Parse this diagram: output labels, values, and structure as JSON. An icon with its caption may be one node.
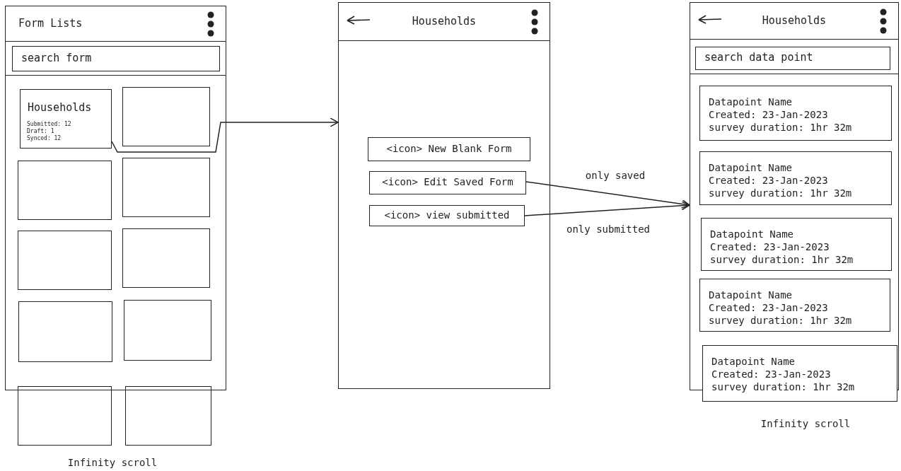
{
  "diagram": {
    "nodes": [
      {
        "text": [
          "Form Lists"
        ]
      },
      {
        "text": [
          "search form"
        ],
        "in": 0
      },
      {
        "text": [
          "Households",
          "Submitted: 12",
          "Draft: 1",
          "Synced: 12"
        ],
        "in": 0
      },
      {
        "text": [],
        "shape": "box",
        "in": 0
      },
      {
        "text": [],
        "shape": "box",
        "in": 0
      },
      {
        "text": [],
        "shape": "box",
        "in": 0
      },
      {
        "text": [],
        "shape": "box",
        "in": 0
      },
      {
        "text": [],
        "shape": "box",
        "in": 0
      },
      {
        "text": [],
        "shape": "box",
        "in": 0
      },
      {
        "text": [],
        "shape": "box",
        "in": 0
      },
      {
        "text": [],
        "shape": "box"
      },
      {
        "text": [],
        "shape": "box"
      },
      {
        "text": [
          "Households"
        ]
      },
      {
        "text": [
          "<icon> New Blank Form"
        ],
        "in": 12
      },
      {
        "text": [
          "<icon> Edit Saved Form"
        ],
        "in": 12
      },
      {
        "text": [
          "<icon> view submitted"
        ],
        "in": 12
      },
      {
        "text": [
          "Households"
        ]
      },
      {
        "text": [
          "search data point"
        ],
        "in": 16
      },
      {
        "text": [
          "Datapoint Name",
          "Created: 23-Jan-2023",
          "survey duration: 1hr 32m"
        ],
        "in": 16
      },
      {
        "text": [
          "Datapoint Name",
          "Created: 23-Jan-2023",
          "survey duration: 1hr 32m"
        ],
        "in": 16
      },
      {
        "text": [
          "Datapoint Name",
          "Created: 23-Jan-2023",
          "survey duration: 1hr 32m"
        ],
        "in": 16
      },
      {
        "text": [
          "Datapoint Name",
          "Created: 23-Jan-2023",
          "survey duration: 1hr 32m"
        ],
        "in": 16
      },
      {
        "text": [
          "Datapoint Name",
          "Created: 23-Jan-2023",
          "survey duration: 1hr 32m"
        ]
      }
    ],
    "edges": [
      {
        "from": 2,
        "to": 12,
        "arrow": "to"
      },
      {
        "from": 14,
        "to": 16,
        "arrow": "to",
        "label": "only saved"
      },
      {
        "from": 15,
        "to": 16,
        "arrow": "to",
        "label": "only submitted"
      }
    ],
    "labels": [
      "Infinity scroll",
      "Infinity scroll"
    ]
  }
}
